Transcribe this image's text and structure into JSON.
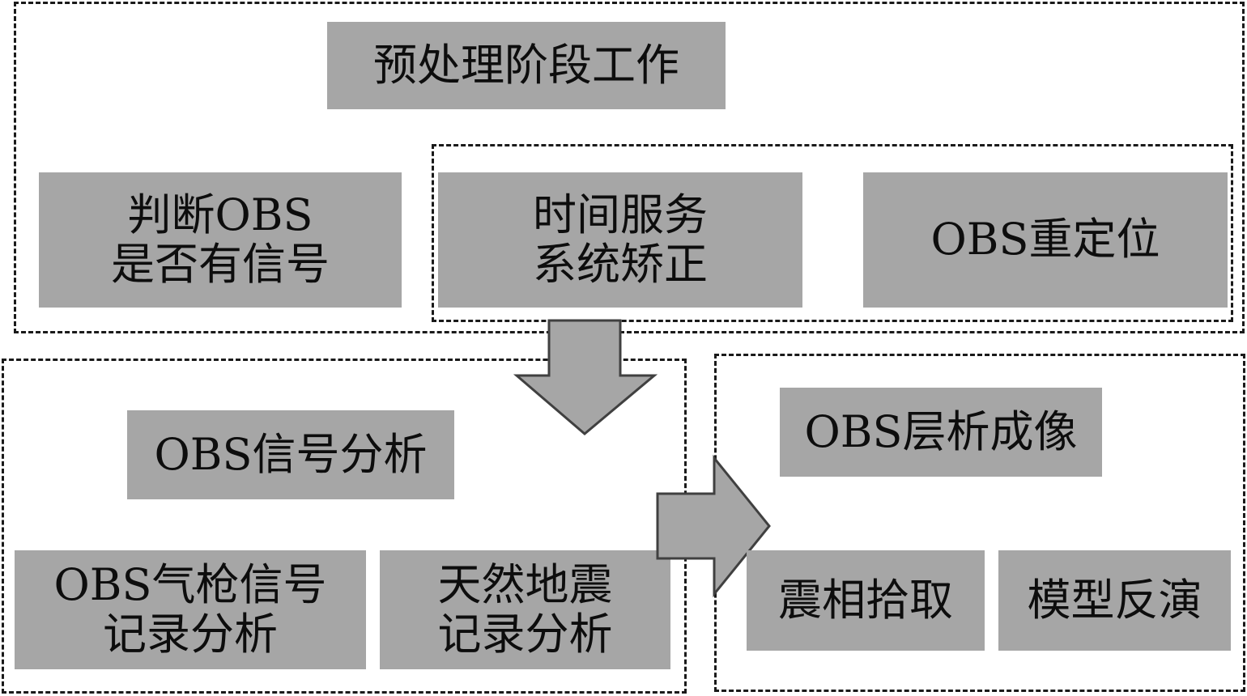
{
  "preprocessing": {
    "title": "预处理阶段工作",
    "check_signal": "判断OBS\n是否有信号",
    "time_correction": "时间服务\n系统矫正",
    "relocation": "OBS重定位"
  },
  "signal_analysis": {
    "title": "OBS信号分析",
    "airgun": "OBS气枪信号\n记录分析",
    "earthquake": "天然地震\n记录分析"
  },
  "tomography": {
    "title": "OBS层析成像",
    "phase_picking": "震相拾取",
    "inversion": "模型反演"
  },
  "colors": {
    "box_fill": "#a6a6a6",
    "arrow_fill": "#a6a6a6",
    "border": "#1a1a1a"
  }
}
